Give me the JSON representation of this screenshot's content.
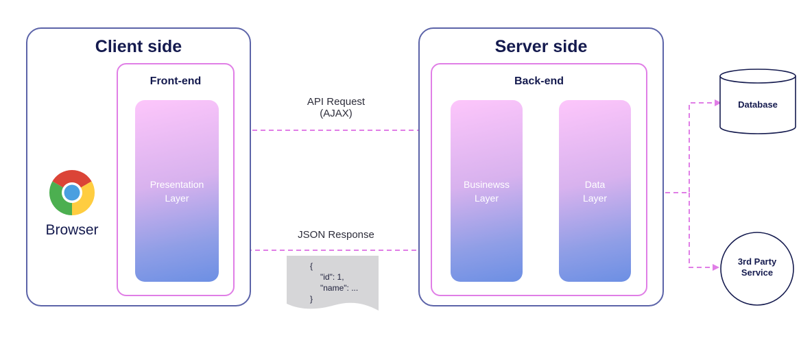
{
  "client": {
    "title": "Client side",
    "frontend": {
      "title": "Front-end",
      "presentation_layer": "Presentation\nLayer"
    },
    "browser": {
      "label": "Browser",
      "icon": "chrome-logo-icon"
    }
  },
  "server": {
    "title": "Server side",
    "backend": {
      "title": "Back-end",
      "business_layer": "Businewss\nLayer",
      "data_layer": "Data\nLayer"
    }
  },
  "flows": {
    "request_line1": "API Request",
    "request_line2": "(AJAX)",
    "response": "JSON Response"
  },
  "json_sample": {
    "open": "{",
    "line1": "\"id\": 1,",
    "line2": "\"name\": ...",
    "close": "}"
  },
  "external": {
    "database": "Database",
    "third_party": "3rd Party\nService"
  },
  "colors": {
    "outer_border": "#5b63a8",
    "inner_border": "#e07ee6",
    "arrow": "#e07ee6",
    "title_text": "#141a4e"
  }
}
